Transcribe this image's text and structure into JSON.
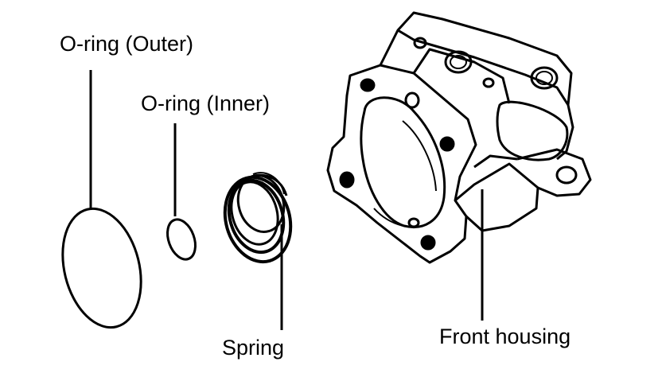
{
  "labels": {
    "o_ring_outer": "O-ring (Outer)",
    "o_ring_inner": "O-ring (Inner)",
    "spring": "Spring",
    "front_housing": "Front housing"
  },
  "colors": {
    "line": "#000000",
    "background": "#ffffff"
  }
}
